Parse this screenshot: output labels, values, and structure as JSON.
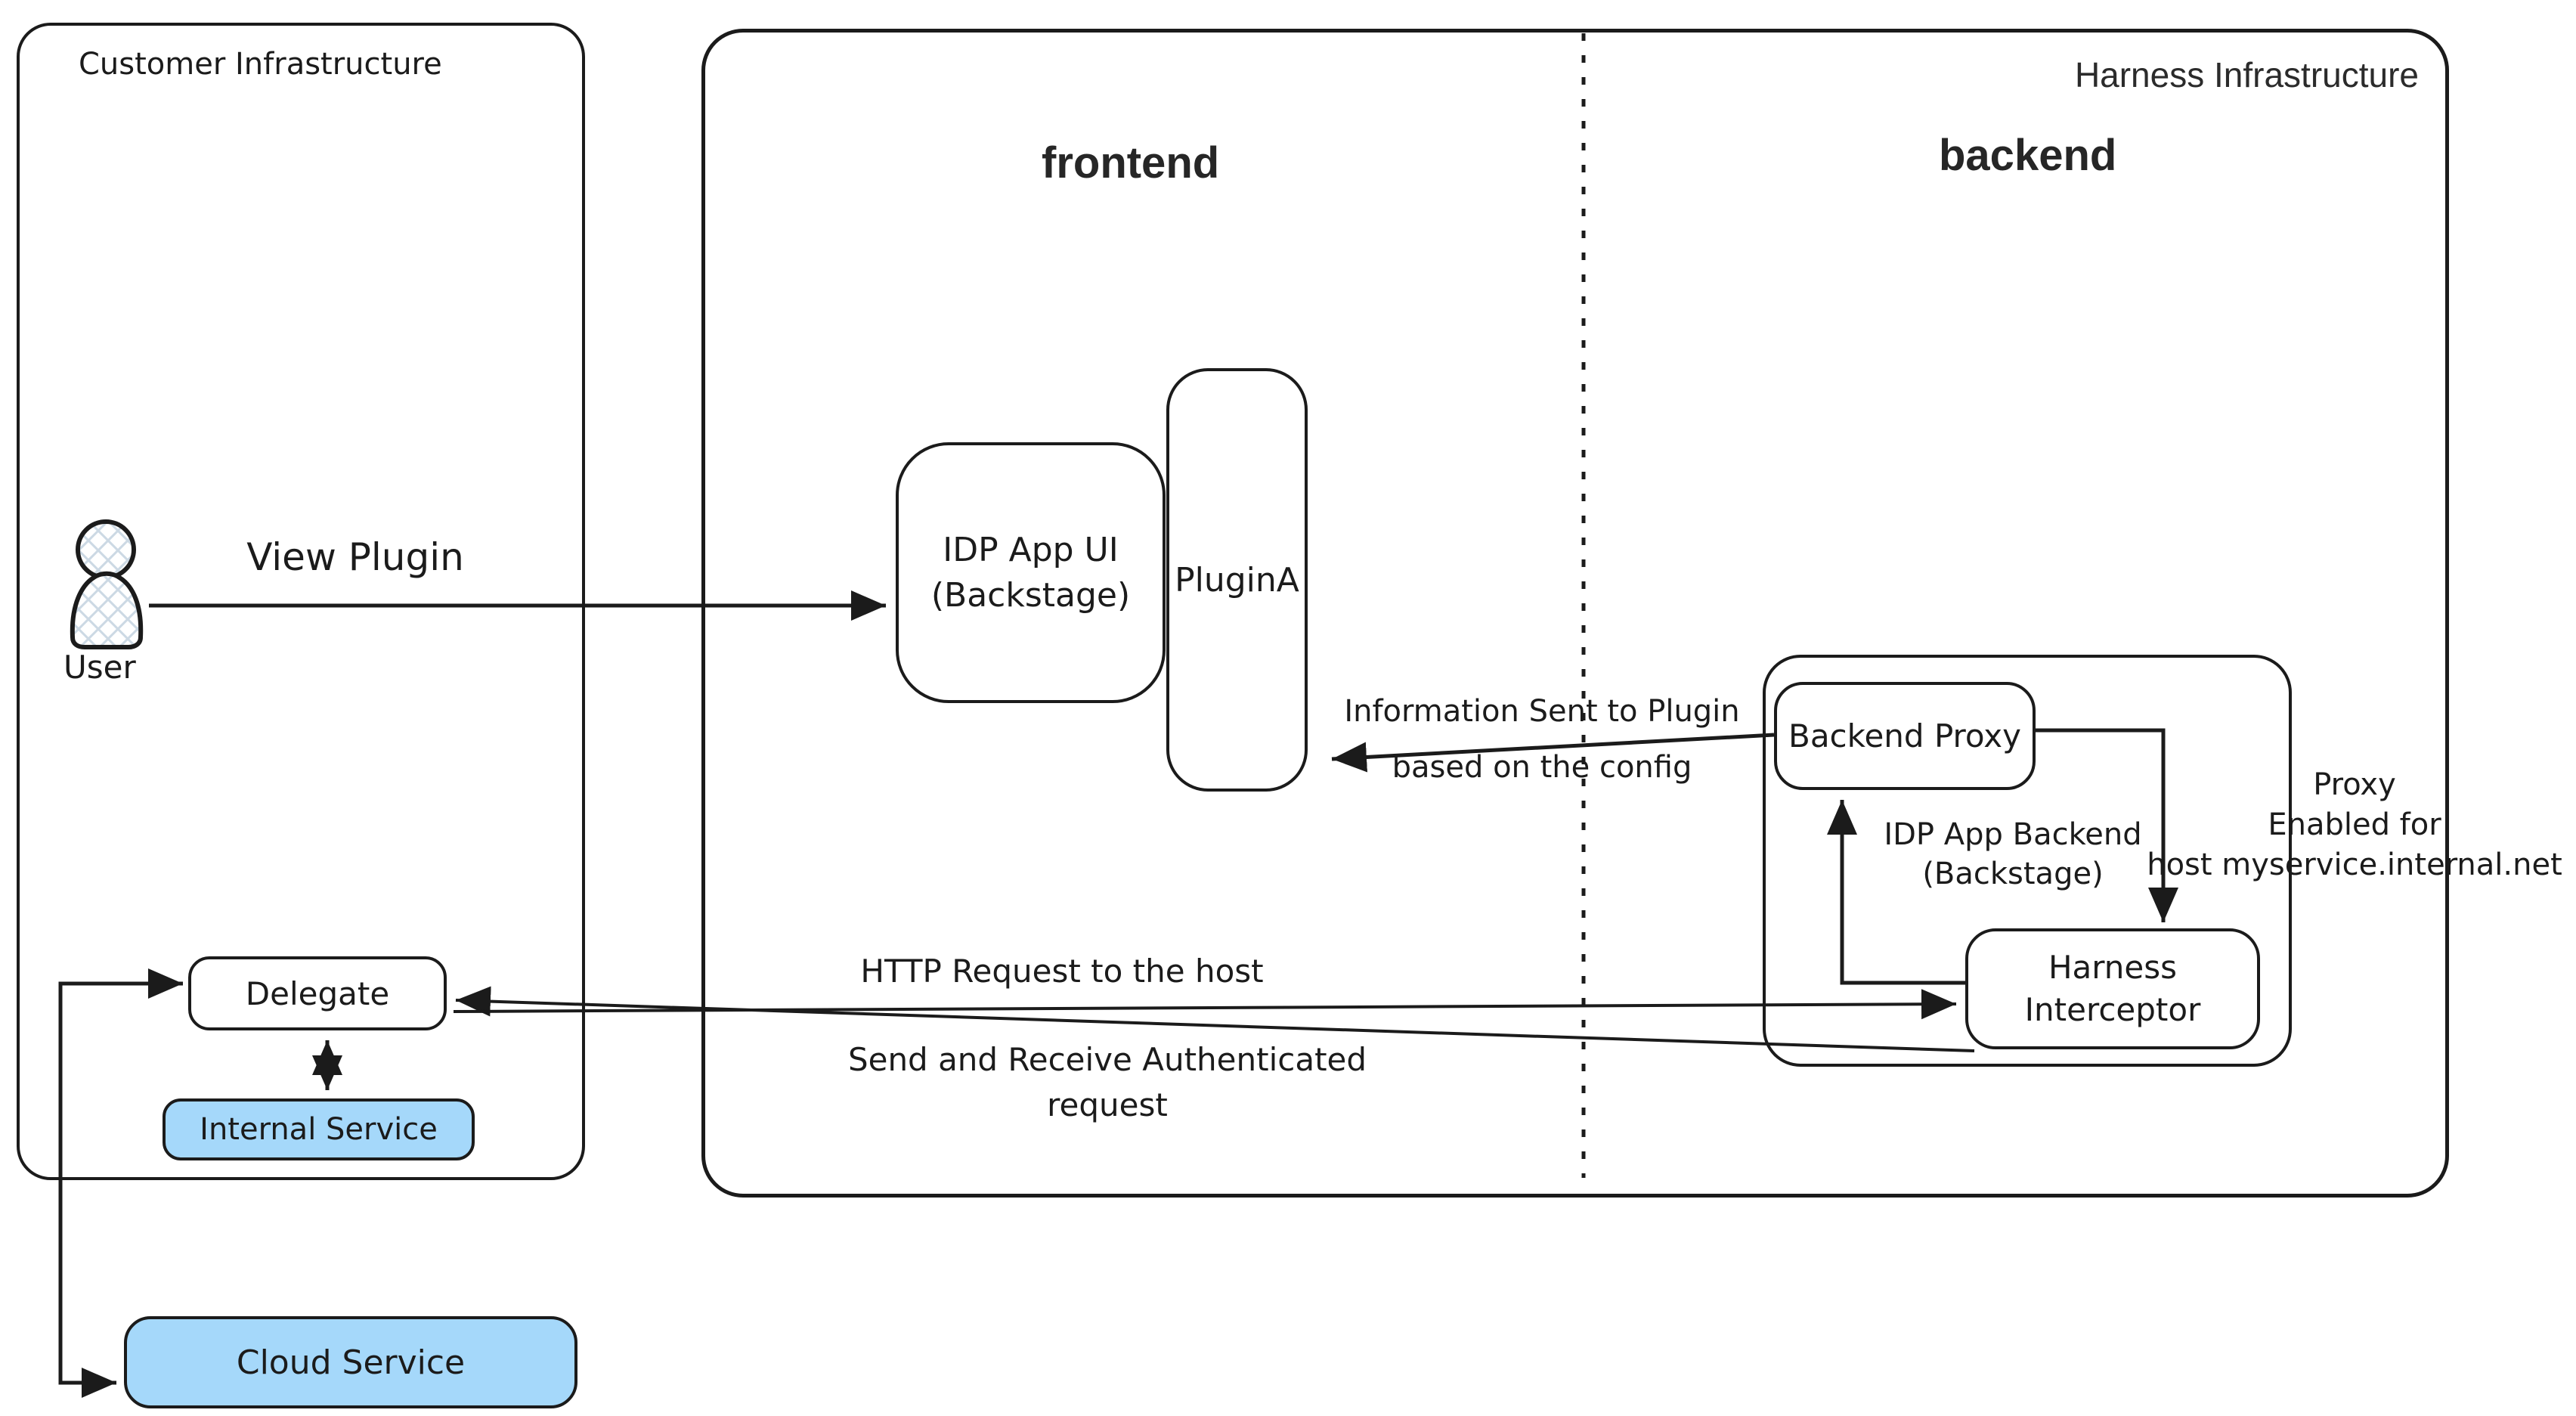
{
  "diagram": {
    "customer": {
      "title": "Customer Infrastructure",
      "user_label": "User",
      "delegate": "Delegate",
      "internal_service": "Internal Service"
    },
    "cloud_service": "Cloud Service",
    "harness": {
      "title": "Harness Infrastructure",
      "frontend_heading": "frontend",
      "backend_heading": "backend",
      "idp_ui_line1": "IDP App UI",
      "idp_ui_line2": "(Backstage)",
      "plugin": "PluginA",
      "backend_proxy": "Backend Proxy",
      "idp_backend_line1": "IDP App Backend",
      "idp_backend_line2": "(Backstage)",
      "interceptor_line1": "Harness",
      "interceptor_line2": "Interceptor"
    },
    "annotations": {
      "view_plugin": "View Plugin",
      "info_sent_line1": "Information Sent to Plugin",
      "info_sent_line2": "based on the config",
      "http_request": "HTTP Request to the host",
      "send_receive_line1": "Send and Receive Authenticated",
      "send_receive_line2": "request",
      "proxy_note_line1": "Proxy",
      "proxy_note_line2": "Enabled for",
      "proxy_note_line3": "host myservice.internal.net"
    },
    "colors": {
      "ink": "#1b1b1b",
      "service_fill": "#a5d8fa",
      "background": "#ffffff"
    }
  }
}
